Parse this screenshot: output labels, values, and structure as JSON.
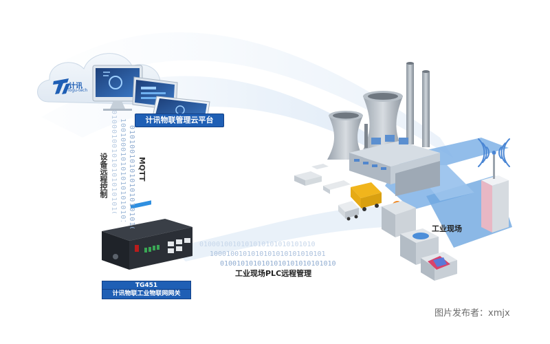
{
  "cloud_platform": {
    "logo_text": "计讯",
    "logo_sub": "Togu-tech",
    "caption": "计讯物联管理云平台"
  },
  "link_labels": {
    "mqtt": "MQTT",
    "remote_control": "设备远程控制"
  },
  "binary_stream": {
    "vertical_a": "010001001010101010101010101",
    "vertical_b": "100100010101010101010101010",
    "vertical_c": "010100101010101010101010101",
    "horizontal_a": "0100010010101010101010101010",
    "horizontal_b": "1000100101010101010101010101",
    "horizontal_c": "0100101010101010101010101010"
  },
  "gateway": {
    "model": "TG451",
    "caption": "计讯物联工业物联网网关"
  },
  "plc_label": "工业现场PLC远程管理",
  "factory_label": "工业现场",
  "watermark": "图片发布者：xmjx",
  "colors": {
    "brand_blue": "#1f5fb5",
    "flow_blue": "#cfe0f3",
    "device_dark": "#2b2f36"
  }
}
